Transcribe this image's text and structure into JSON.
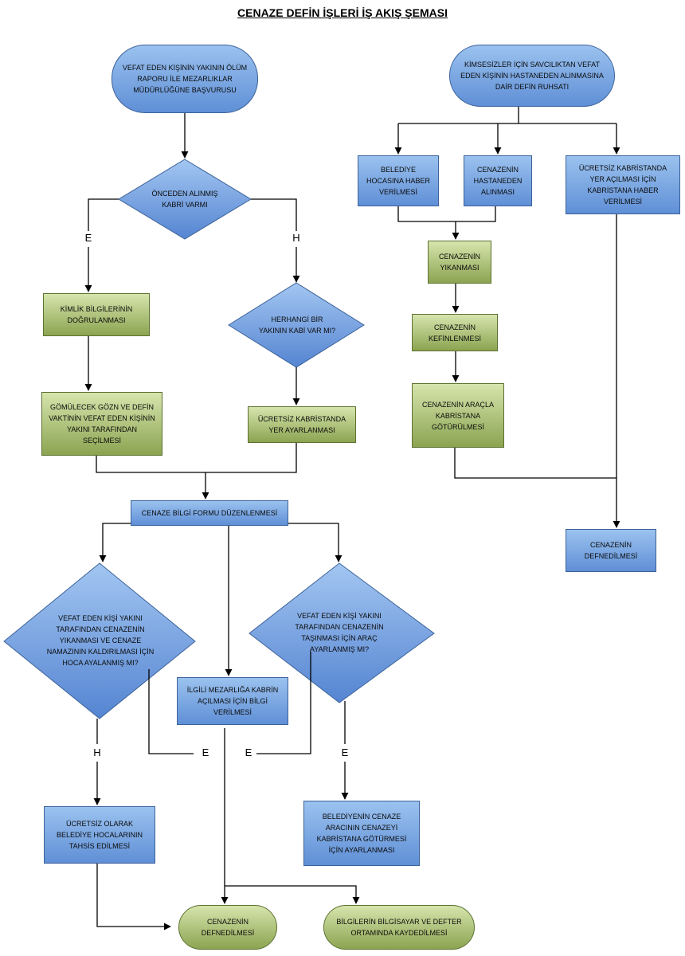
{
  "title": "CENAZE DEFİN İŞLERİ İŞ AKIŞ ŞEMASI",
  "nodes": {
    "start_left": "VEFAT EDEN KİŞİNİN YAKININ ÖLÜM RAPORU İLE MEZARLIKLAR MÜDÜRLÜĞÜNE BAŞVURUSU",
    "decision_grave": "ÖNCEDEN ALINMIŞ KABRİ VARMI",
    "decision_relative": "HERHANGİ BİR YAKININ KABİ VAR MI?",
    "identity_check": "KİMLİK BİLGİLERİNİN DOĞRULANMASI",
    "burial_select": "GÖMÜLECEK GÖZN VE DEFİN VAKTİNİN VEFAT EDEN KİŞİNİN YAKINI TARAFINDAN SEÇİLMESİ",
    "free_place": "ÜCRETSİZ KABRİSTANDA YER AYARLANMASI",
    "info_form": "CENAZE BİLGİ FORMU DÜZENLENMESİ",
    "decision_wash": "VEFAT EDEN KİŞİ YAKINI TARAFINDAN CENAZENİN YIKANMASI VE CENAZE NAMAZININ KALDIRILMASI İÇİN HOCA AYALANMIŞ MI?",
    "decision_vehicle": "VEFAT EDEN KİŞİ YAKINI TARAFINDAN CENAZENİN TAŞINMASI İÇİN ARAÇ AYARLANMIŞ MI?",
    "cemetery_inform": "İLGİLİ MEZARLIĞA KABRİN AÇILMASI İÇİN BİLGİ VERİLMESİ",
    "free_hoca": "ÜCRETSİZ OLARAK BELEDİYE HOCALARININ TAHSİS EDİLMESİ",
    "municipal_vehicle": "BELEDİYENİN CENAZE ARACININ CENAZEYİ KABRİSTANA GÖTÜRMESİ İÇİN AYARLANMASI",
    "end_buried_left": "CENAZENİN DEFNEDİLMESİ",
    "end_records": "BİLGİLERİN BİLGİSAYAR VE DEFTER ORTAMINDA KAYDEDİLMESİ",
    "start_right": "KİMSESİZLER İÇİN SAVCILIKTAN VEFAT EDEN KİŞİNİN HASTANEDEN ALINMASINA DAİR DEFİN RUHSATI",
    "notify_hoca": "BELEDİYE HOCASINA HABER VERİLMESİ",
    "hospital_pickup": "CENAZENİN HASTANEDEN ALINMASI",
    "notify_cemetery": "ÜCRETSİZ KABRİSTANDA YER AÇILMASI İÇİN KABRİSTANA HABER VERİLMESİ",
    "washing": "CENAZENİN YIKANMASI",
    "shrouding": "CENAZENİN KEFİNLENMESİ",
    "transport": "CENAZENİN ARAÇLA KABRİSTANA GÖTÜRÜLMESİ",
    "buried_right": "CENAZENİN DEFNEDİLMESİ"
  },
  "branch_labels": {
    "yes_1": "E",
    "no_1": "H",
    "no_2": "H",
    "yes_2": "E",
    "yes_3": "E",
    "yes_4": "E"
  },
  "colors": {
    "blue_fill": "#6f9fe0",
    "green_fill": "#a3bb6a",
    "line": "#000000"
  }
}
